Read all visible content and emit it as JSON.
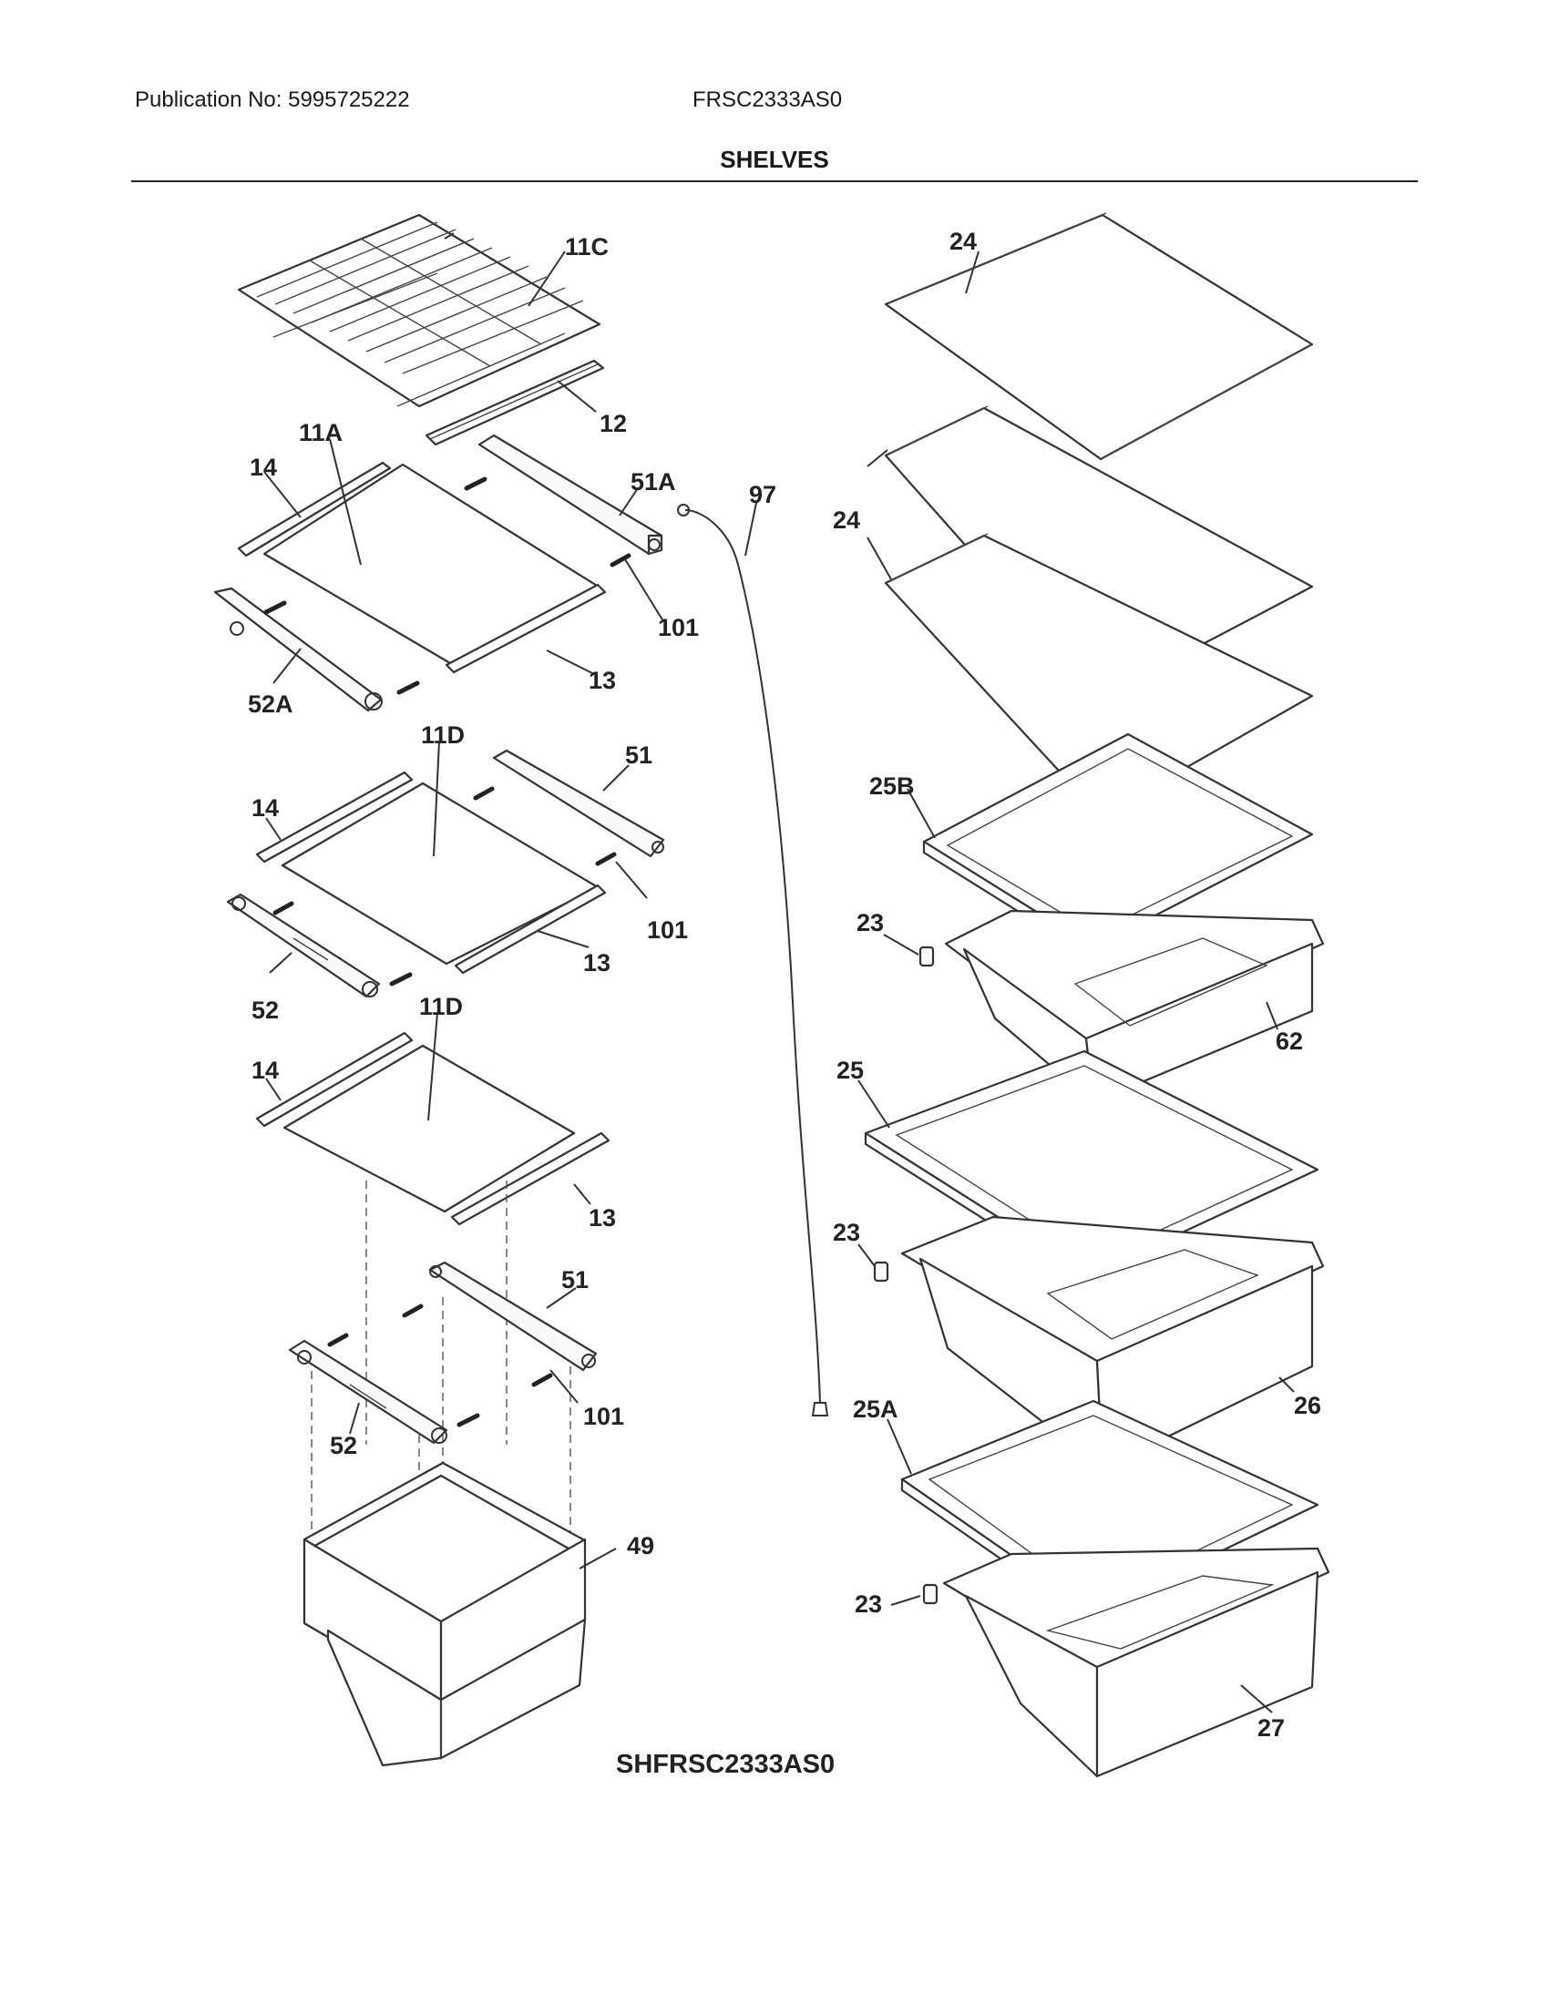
{
  "header": {
    "publication": "Publication No: 5995725222",
    "model": "FRSC2333AS0",
    "section_title": "SHELVES"
  },
  "diagram_code": "SHFRSC2333AS0",
  "callouts": {
    "c11C": "11C",
    "c12": "12",
    "c11A": "11A",
    "c14a": "14",
    "c51A": "51A",
    "c101a": "101",
    "c13a": "13",
    "c52A": "52A",
    "c97": "97",
    "c11Da": "11D",
    "c51a": "51",
    "c14b": "14",
    "c101b": "101",
    "c13b": "13",
    "c52a": "52",
    "c11Db": "11D",
    "c14c": "14",
    "c13c": "13",
    "c51b": "51",
    "c101c": "101",
    "c52b": "52",
    "c49": "49",
    "c24a": "24",
    "c24b": "24",
    "c25B": "25B",
    "c23a": "23",
    "c62": "62",
    "c25": "25",
    "c23b": "23",
    "c26": "26",
    "c25A": "25A",
    "c23c": "23",
    "c27": "27"
  }
}
